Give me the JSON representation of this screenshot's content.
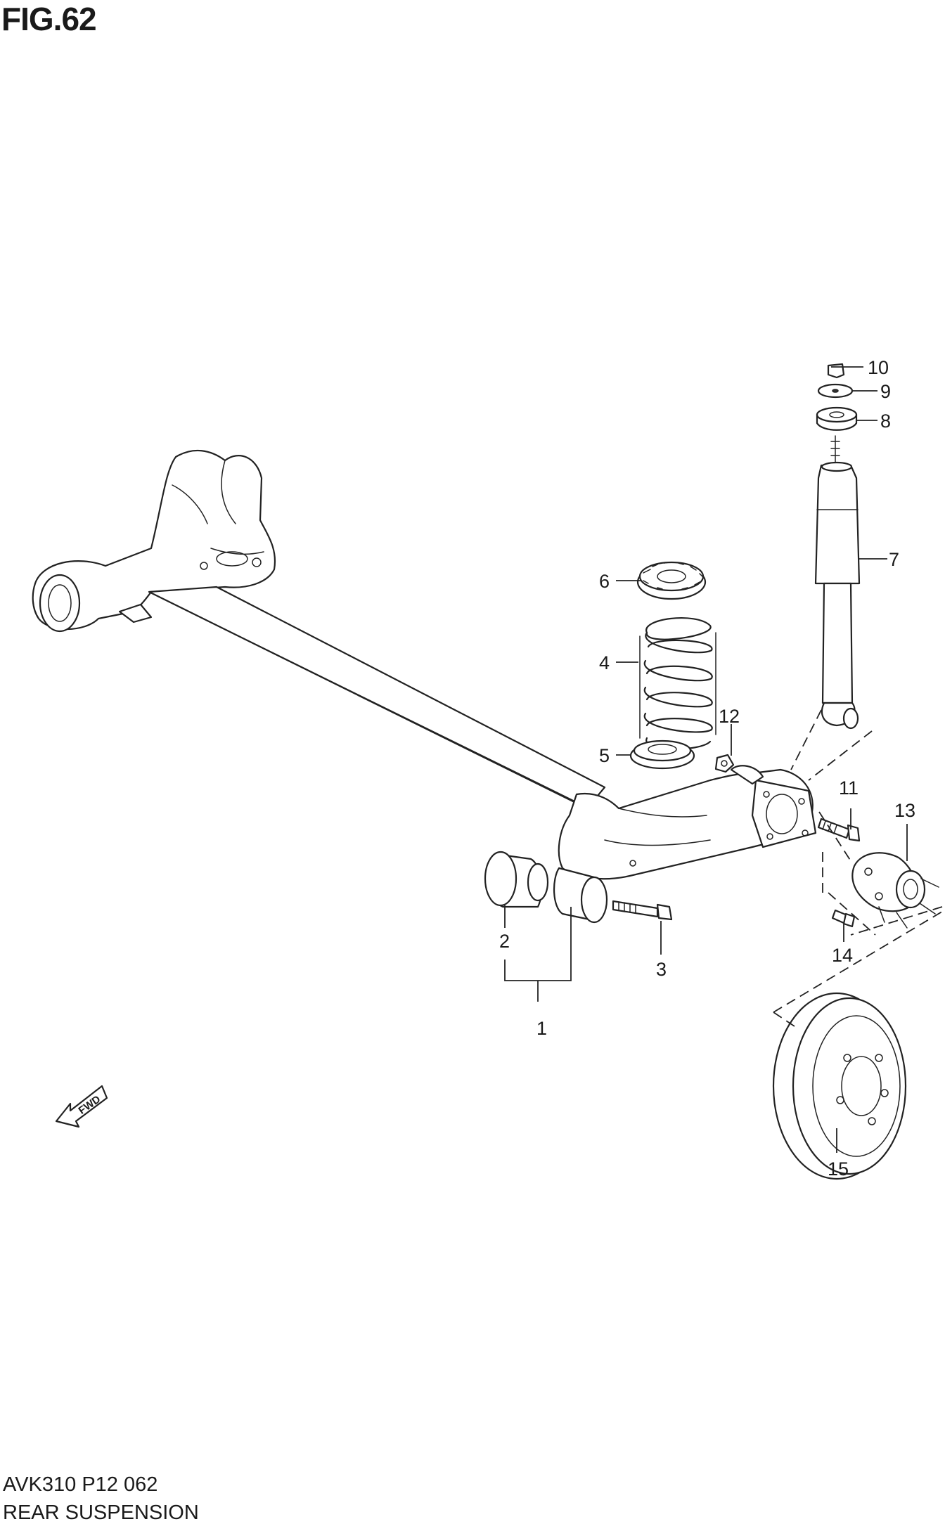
{
  "header": {
    "figure": "FIG.62"
  },
  "footer": {
    "code": "AVK310 P12 062",
    "title": "REAR SUSPENSION"
  },
  "direction_arrow": {
    "label": "FWD",
    "icon": "fwd-arrow-icon"
  },
  "callouts": [
    "1",
    "2",
    "3",
    "4",
    "5",
    "6",
    "7",
    "8",
    "9",
    "10",
    "11",
    "12",
    "13",
    "14",
    "15"
  ]
}
